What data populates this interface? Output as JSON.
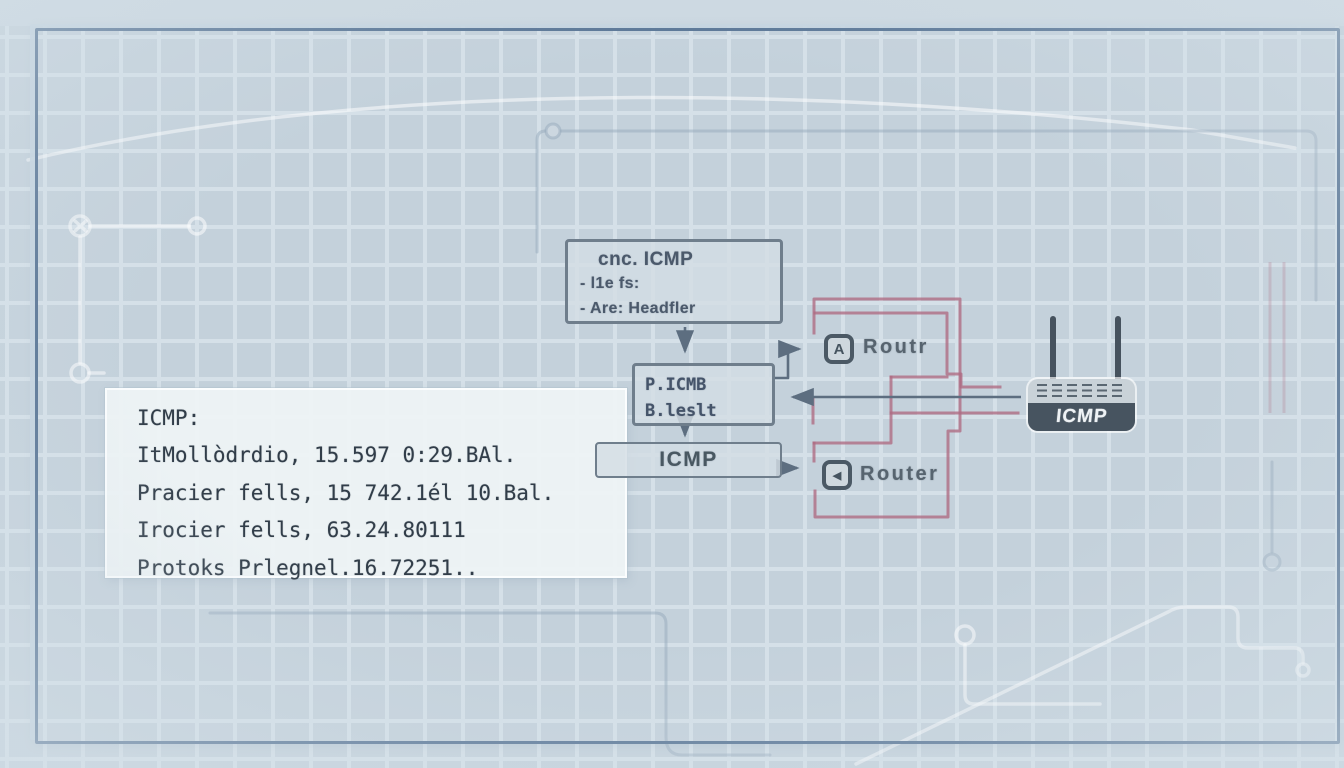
{
  "diagram": {
    "top_box": {
      "title": "cnc. ICMP",
      "items": [
        "- l1e fs:",
        "- Are: Headfler"
      ]
    },
    "process_box": {
      "line1": "P.ICMB",
      "line2": "B.leslt"
    },
    "icmp_box": {
      "label": "ICMP"
    },
    "router_a": {
      "icon_glyph": "A",
      "label": "Routr"
    },
    "router_b": {
      "icon_glyph": "◀",
      "label": "Router"
    },
    "device": {
      "label": "ICMP"
    }
  },
  "info_panel": {
    "title": "ICMP:",
    "lines": [
      "ItMollòdrdio, 15.597 0:29.BAl.",
      "Pracier fells, 15 742.1él 10.Bal.",
      "Irocier fells, 63.24.80111",
      "Protoks Prlegnel.16.72251.."
    ]
  },
  "colors": {
    "background": "#c4d1db",
    "frame": "#547192",
    "box_border": "#6f7e8c",
    "accent_pink": "#ae6a82",
    "arrow_dark": "#5d6e80",
    "panel_bg": "#eef3f5",
    "text_dark": "#313d49"
  }
}
